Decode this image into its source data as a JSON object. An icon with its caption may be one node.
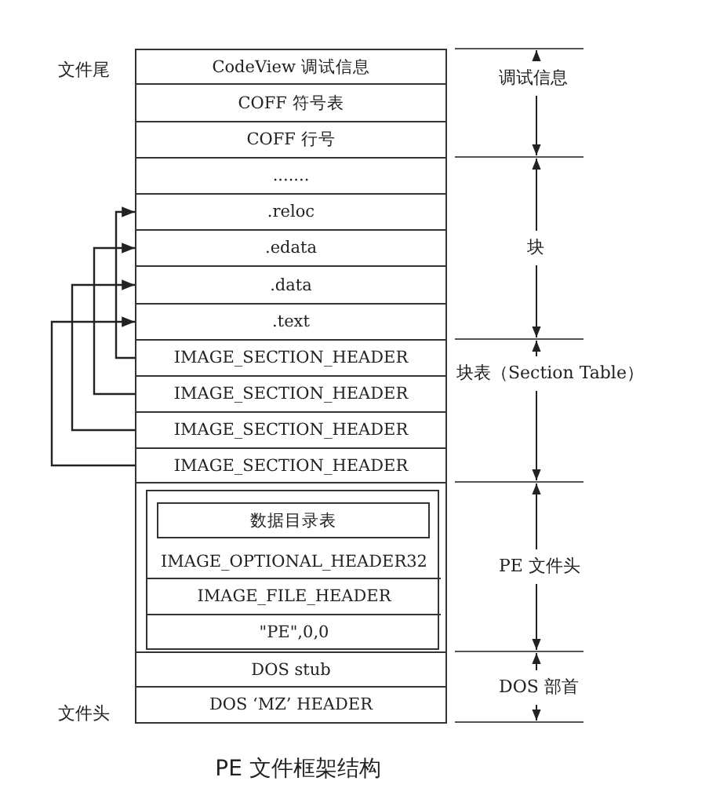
{
  "diagram": {
    "caption": "PE 文件框架结构",
    "nodes": [
      {
        "text": [
          "CodeView 调试信息"
        ]
      },
      {
        "text": [
          "COFF 符号表"
        ]
      },
      {
        "text": [
          "COFF 行号"
        ]
      },
      {
        "text": [
          "......."
        ]
      },
      {
        "text": [
          ".reloc"
        ]
      },
      {
        "text": [
          ".edata"
        ]
      },
      {
        "text": [
          ".data"
        ]
      },
      {
        "text": [
          ".text"
        ]
      },
      {
        "text": [
          "IMAGE_SECTION_HEADER"
        ]
      },
      {
        "text": [
          "IMAGE_SECTION_HEADER"
        ]
      },
      {
        "text": [
          "IMAGE_SECTION_HEADER"
        ]
      },
      {
        "text": [
          "IMAGE_SECTION_HEADER"
        ]
      },
      {
        "text": [],
        "shape": "box"
      },
      {
        "text": [],
        "shape": "box",
        "in": 12
      },
      {
        "text": [
          "IMAGE_OPTIONAL_HEADER32"
        ],
        "in": 13
      },
      {
        "text": [
          "数据目录表"
        ],
        "in": 14
      },
      {
        "text": [
          "IMAGE_FILE_HEADER"
        ],
        "in": 13
      },
      {
        "text": [
          "\"PE\",0,0"
        ],
        "in": 13
      },
      {
        "text": [
          "DOS stub"
        ]
      },
      {
        "text": [
          "DOS ‘MZ’ HEADER"
        ]
      }
    ],
    "edges": [
      {
        "from": 8,
        "to": 4,
        "arrow": "to"
      },
      {
        "from": 9,
        "to": 5,
        "arrow": "to"
      },
      {
        "from": 10,
        "to": 6,
        "arrow": "to"
      },
      {
        "from": 11,
        "to": 7,
        "arrow": "to"
      }
    ],
    "labels": [
      "文件尾",
      "调试信息",
      "块",
      "块表（Section Table）",
      "PE 文件头",
      "DOS 部首",
      "文件头"
    ]
  }
}
